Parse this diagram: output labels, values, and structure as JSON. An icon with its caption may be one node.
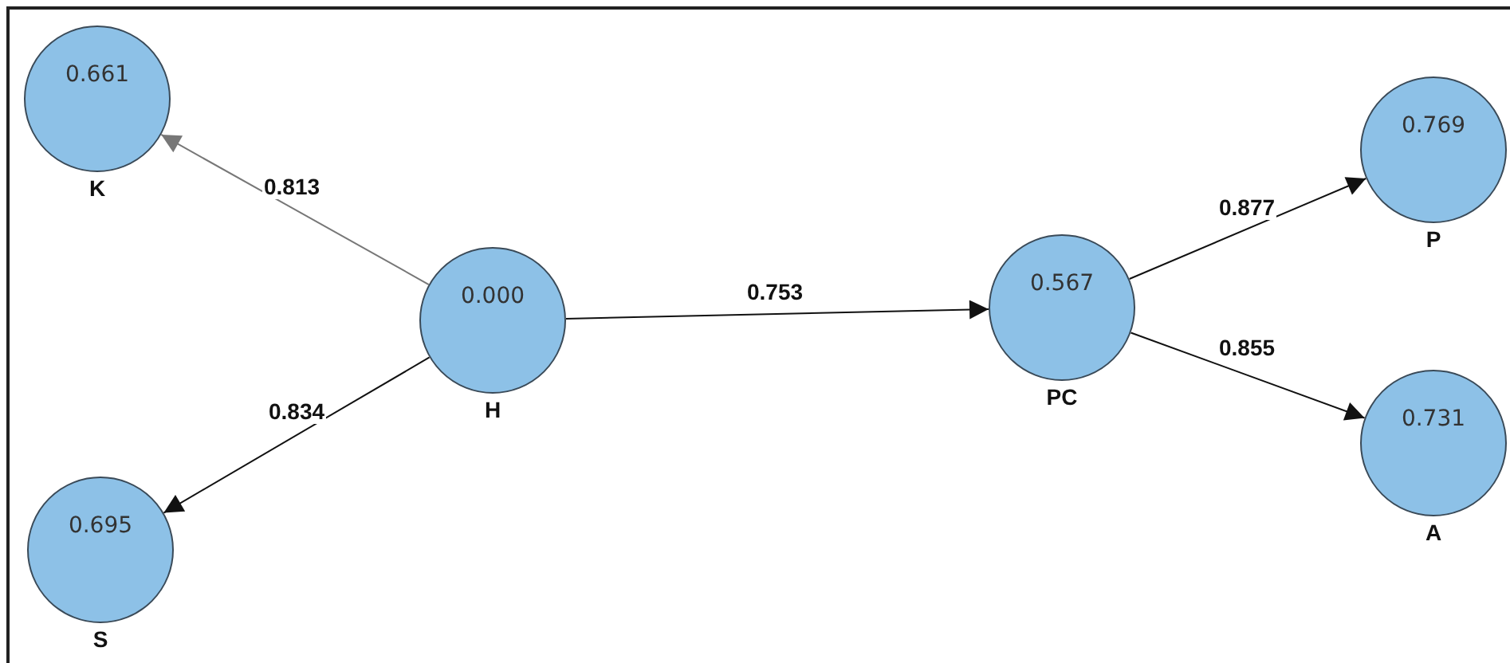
{
  "diagram": {
    "nodes": [
      {
        "text": [
          "0.661"
        ],
        "beside": [
          "K"
        ]
      },
      {
        "text": [
          "0.000"
        ],
        "beside": [
          "H"
        ]
      },
      {
        "text": [
          "0.567"
        ],
        "beside": [
          "PC"
        ]
      },
      {
        "text": [
          "0.769"
        ],
        "beside": [
          "P"
        ]
      },
      {
        "text": [
          "0.731"
        ],
        "beside": [
          "A"
        ]
      },
      {
        "text": [
          "0.695"
        ],
        "beside": [
          "S"
        ]
      }
    ],
    "edges": [
      {
        "from": 1,
        "to": 0,
        "arrow": "to",
        "label": "0.813",
        "color": "#777777"
      },
      {
        "from": 1,
        "to": 5,
        "arrow": "to",
        "label": "0.834"
      },
      {
        "from": 1,
        "to": 2,
        "arrow": "to",
        "label": "0.753"
      },
      {
        "from": 2,
        "to": 3,
        "arrow": "to",
        "label": "0.877"
      },
      {
        "from": 2,
        "to": 4,
        "arrow": "to",
        "label": "0.855"
      }
    ]
  }
}
